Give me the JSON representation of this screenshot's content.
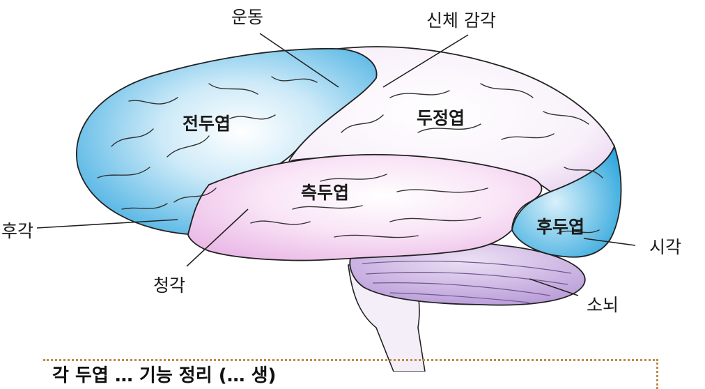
{
  "diagram": {
    "labels": {
      "motor": "운동",
      "somatosensory": "신체 감각",
      "frontal_lobe": "전두엽",
      "parietal_lobe": "두정엽",
      "temporal_lobe": "측두엽",
      "occipital_lobe": "후두엽",
      "olfaction": "후각",
      "hearing": "청각",
      "vision": "시각",
      "cerebellum": "소뇌"
    },
    "caption": "각 두엽 … 기능 정리 (… 생)",
    "colors": {
      "frontal": "#7fc8ec",
      "parietal": "#f4e8f6",
      "temporal": "#f2c6ec",
      "occipital": "#3aaedf",
      "cerebellum": "#c9aee0",
      "outline": "#222222",
      "caption_border": "#c08a4a"
    }
  }
}
